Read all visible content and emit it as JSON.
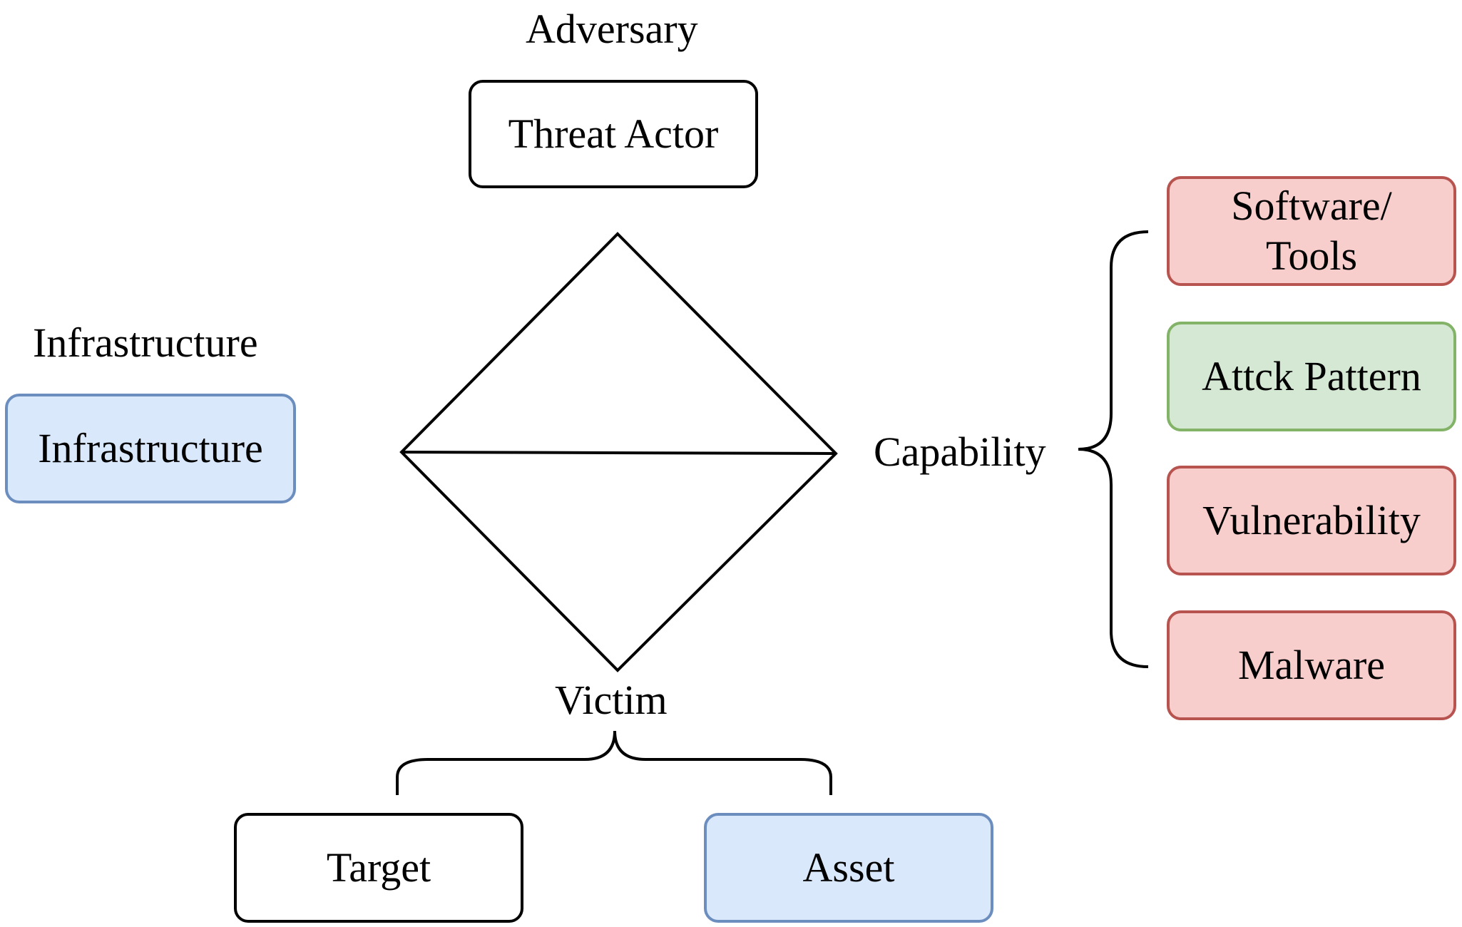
{
  "labels": {
    "adversary": "Adversary",
    "infrastructure": "Infrastructure",
    "capability": "Capability",
    "victim": "Victim"
  },
  "boxes": {
    "threat_actor": "Threat Actor",
    "infrastructure": "Infrastructure",
    "software_tools_line1": "Software/",
    "software_tools_line2": "Tools",
    "attack_pattern": "Attck Pattern",
    "vulnerability": "Vulnerability",
    "malware": "Malware",
    "target": "Target",
    "asset": "Asset"
  },
  "colors": {
    "blue_fill": "#dae8fc",
    "blue_border": "#6c8ebf",
    "red_fill": "#f8cecc",
    "red_border": "#b85450",
    "green_fill": "#d5e8d4",
    "green_border": "#82b366",
    "line": "#000000"
  }
}
